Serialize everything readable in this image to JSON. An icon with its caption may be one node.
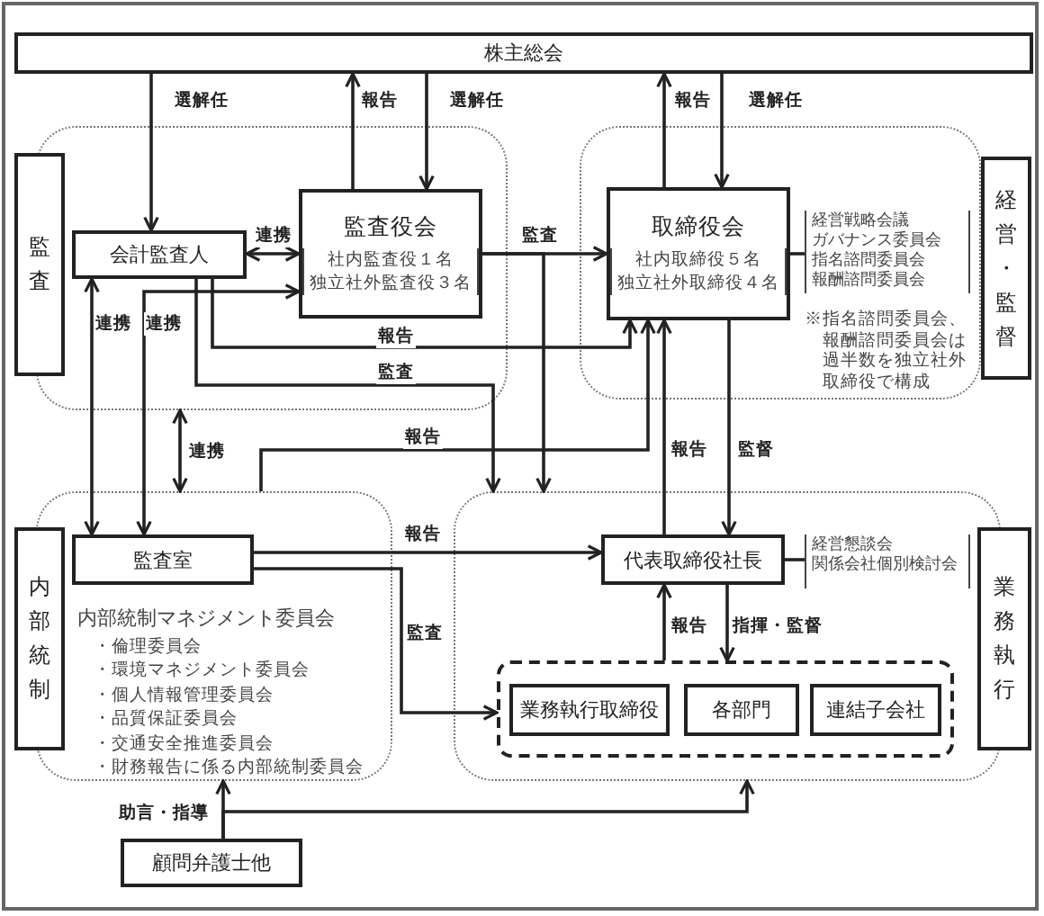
{
  "diagram": {
    "nodes": [
      {
        "text": [
          "株主総会"
        ]
      },
      {
        "text": [],
        "shape": "box"
      },
      {
        "text": [
          "監査"
        ]
      },
      {
        "text": [
          "会計監査人"
        ],
        "in": 1
      },
      {
        "text": [
          "監査役会",
          "社内監査役１名",
          "独立社外監査役３名"
        ],
        "in": 1
      },
      {
        "text": [],
        "shape": "box"
      },
      {
        "text": [
          "取締役会",
          "社内取締役５名",
          "独立社外取締役４名"
        ],
        "in": 5
      },
      {
        "text": [
          "経営戦略会議",
          "ガバナンス委員会",
          "指名諮問委員会",
          "報酬諮問委員会"
        ],
        "in": 5,
        "beside": [
          "※指名諮問委員会、報酬諮問委員会は過半数を独立社外取締役で構成"
        ]
      },
      {
        "text": [
          "経営・監督"
        ]
      },
      {
        "text": [
          "内部統制マネジメント委員会",
          "・倫理委員会",
          "・環境マネジメント委員会",
          "・個人情報管理委員会",
          "・品質保証委員会",
          "・交通安全推進委員会",
          "・財務報告に係る内部統制委員会"
        ]
      },
      {
        "text": [
          "内部統制"
        ]
      },
      {
        "text": [
          "監査室"
        ],
        "in": 9
      },
      {
        "text": [],
        "shape": "box"
      },
      {
        "text": [
          "代表取締役社長"
        ],
        "in": 12
      },
      {
        "text": [
          "経営懇談会",
          "関係会社個別検討会"
        ],
        "in": 12
      },
      {
        "text": [],
        "shape": "box",
        "in": 12
      },
      {
        "text": [
          "業務執行取締役"
        ],
        "in": 15
      },
      {
        "text": [
          "各部門"
        ],
        "in": 15
      },
      {
        "text": [
          "連結子会社"
        ],
        "in": 15
      },
      {
        "text": [
          "業務執行"
        ]
      },
      {
        "text": [
          "顧問弁護士他"
        ]
      }
    ],
    "edges": [
      {
        "from": 0,
        "to": 3,
        "arrow": "to",
        "label": "選解任"
      },
      {
        "from": 4,
        "to": 0,
        "arrow": "to",
        "label": "報告"
      },
      {
        "from": 0,
        "to": 4,
        "arrow": "to",
        "label": "選解任"
      },
      {
        "from": 6,
        "to": 0,
        "arrow": "to",
        "label": "報告"
      },
      {
        "from": 0,
        "to": 6,
        "arrow": "to",
        "label": "選解任"
      },
      {
        "from": 3,
        "to": 4,
        "arrow": "both",
        "label": "連携"
      },
      {
        "from": 3,
        "to": 11,
        "arrow": "both",
        "label": "連携"
      },
      {
        "from": 4,
        "to": 11,
        "arrow": "both",
        "label": "連携"
      },
      {
        "from": 1,
        "to": 9,
        "arrow": "both",
        "label": "連携"
      },
      {
        "from": 4,
        "to": 6,
        "arrow": "to",
        "label": "監査"
      },
      {
        "from": 4,
        "to": 12,
        "arrow": "to"
      },
      {
        "from": 3,
        "to": 6,
        "arrow": "to",
        "label": "報告"
      },
      {
        "from": 3,
        "to": 12,
        "arrow": "to",
        "label": "監査"
      },
      {
        "from": 9,
        "to": 6,
        "arrow": "to",
        "label": "報告"
      },
      {
        "from": 13,
        "to": 6,
        "arrow": "to",
        "label": "報告"
      },
      {
        "from": 6,
        "to": 13,
        "arrow": "to",
        "label": "監督"
      },
      {
        "from": 11,
        "to": 13,
        "arrow": "to",
        "label": "報告"
      },
      {
        "from": 11,
        "to": 15,
        "arrow": "to",
        "label": "監査"
      },
      {
        "from": 15,
        "to": 13,
        "arrow": "to",
        "label": "報告"
      },
      {
        "from": 13,
        "to": 15,
        "arrow": "to",
        "label": "指揮・監督"
      },
      {
        "from": 6,
        "to": 7,
        "arrow": "none"
      },
      {
        "from": 13,
        "to": 14,
        "arrow": "none"
      },
      {
        "from": 20,
        "to": 9,
        "arrow": "to",
        "label": "助言・指導"
      },
      {
        "from": 20,
        "to": 12,
        "arrow": "to"
      }
    ]
  }
}
